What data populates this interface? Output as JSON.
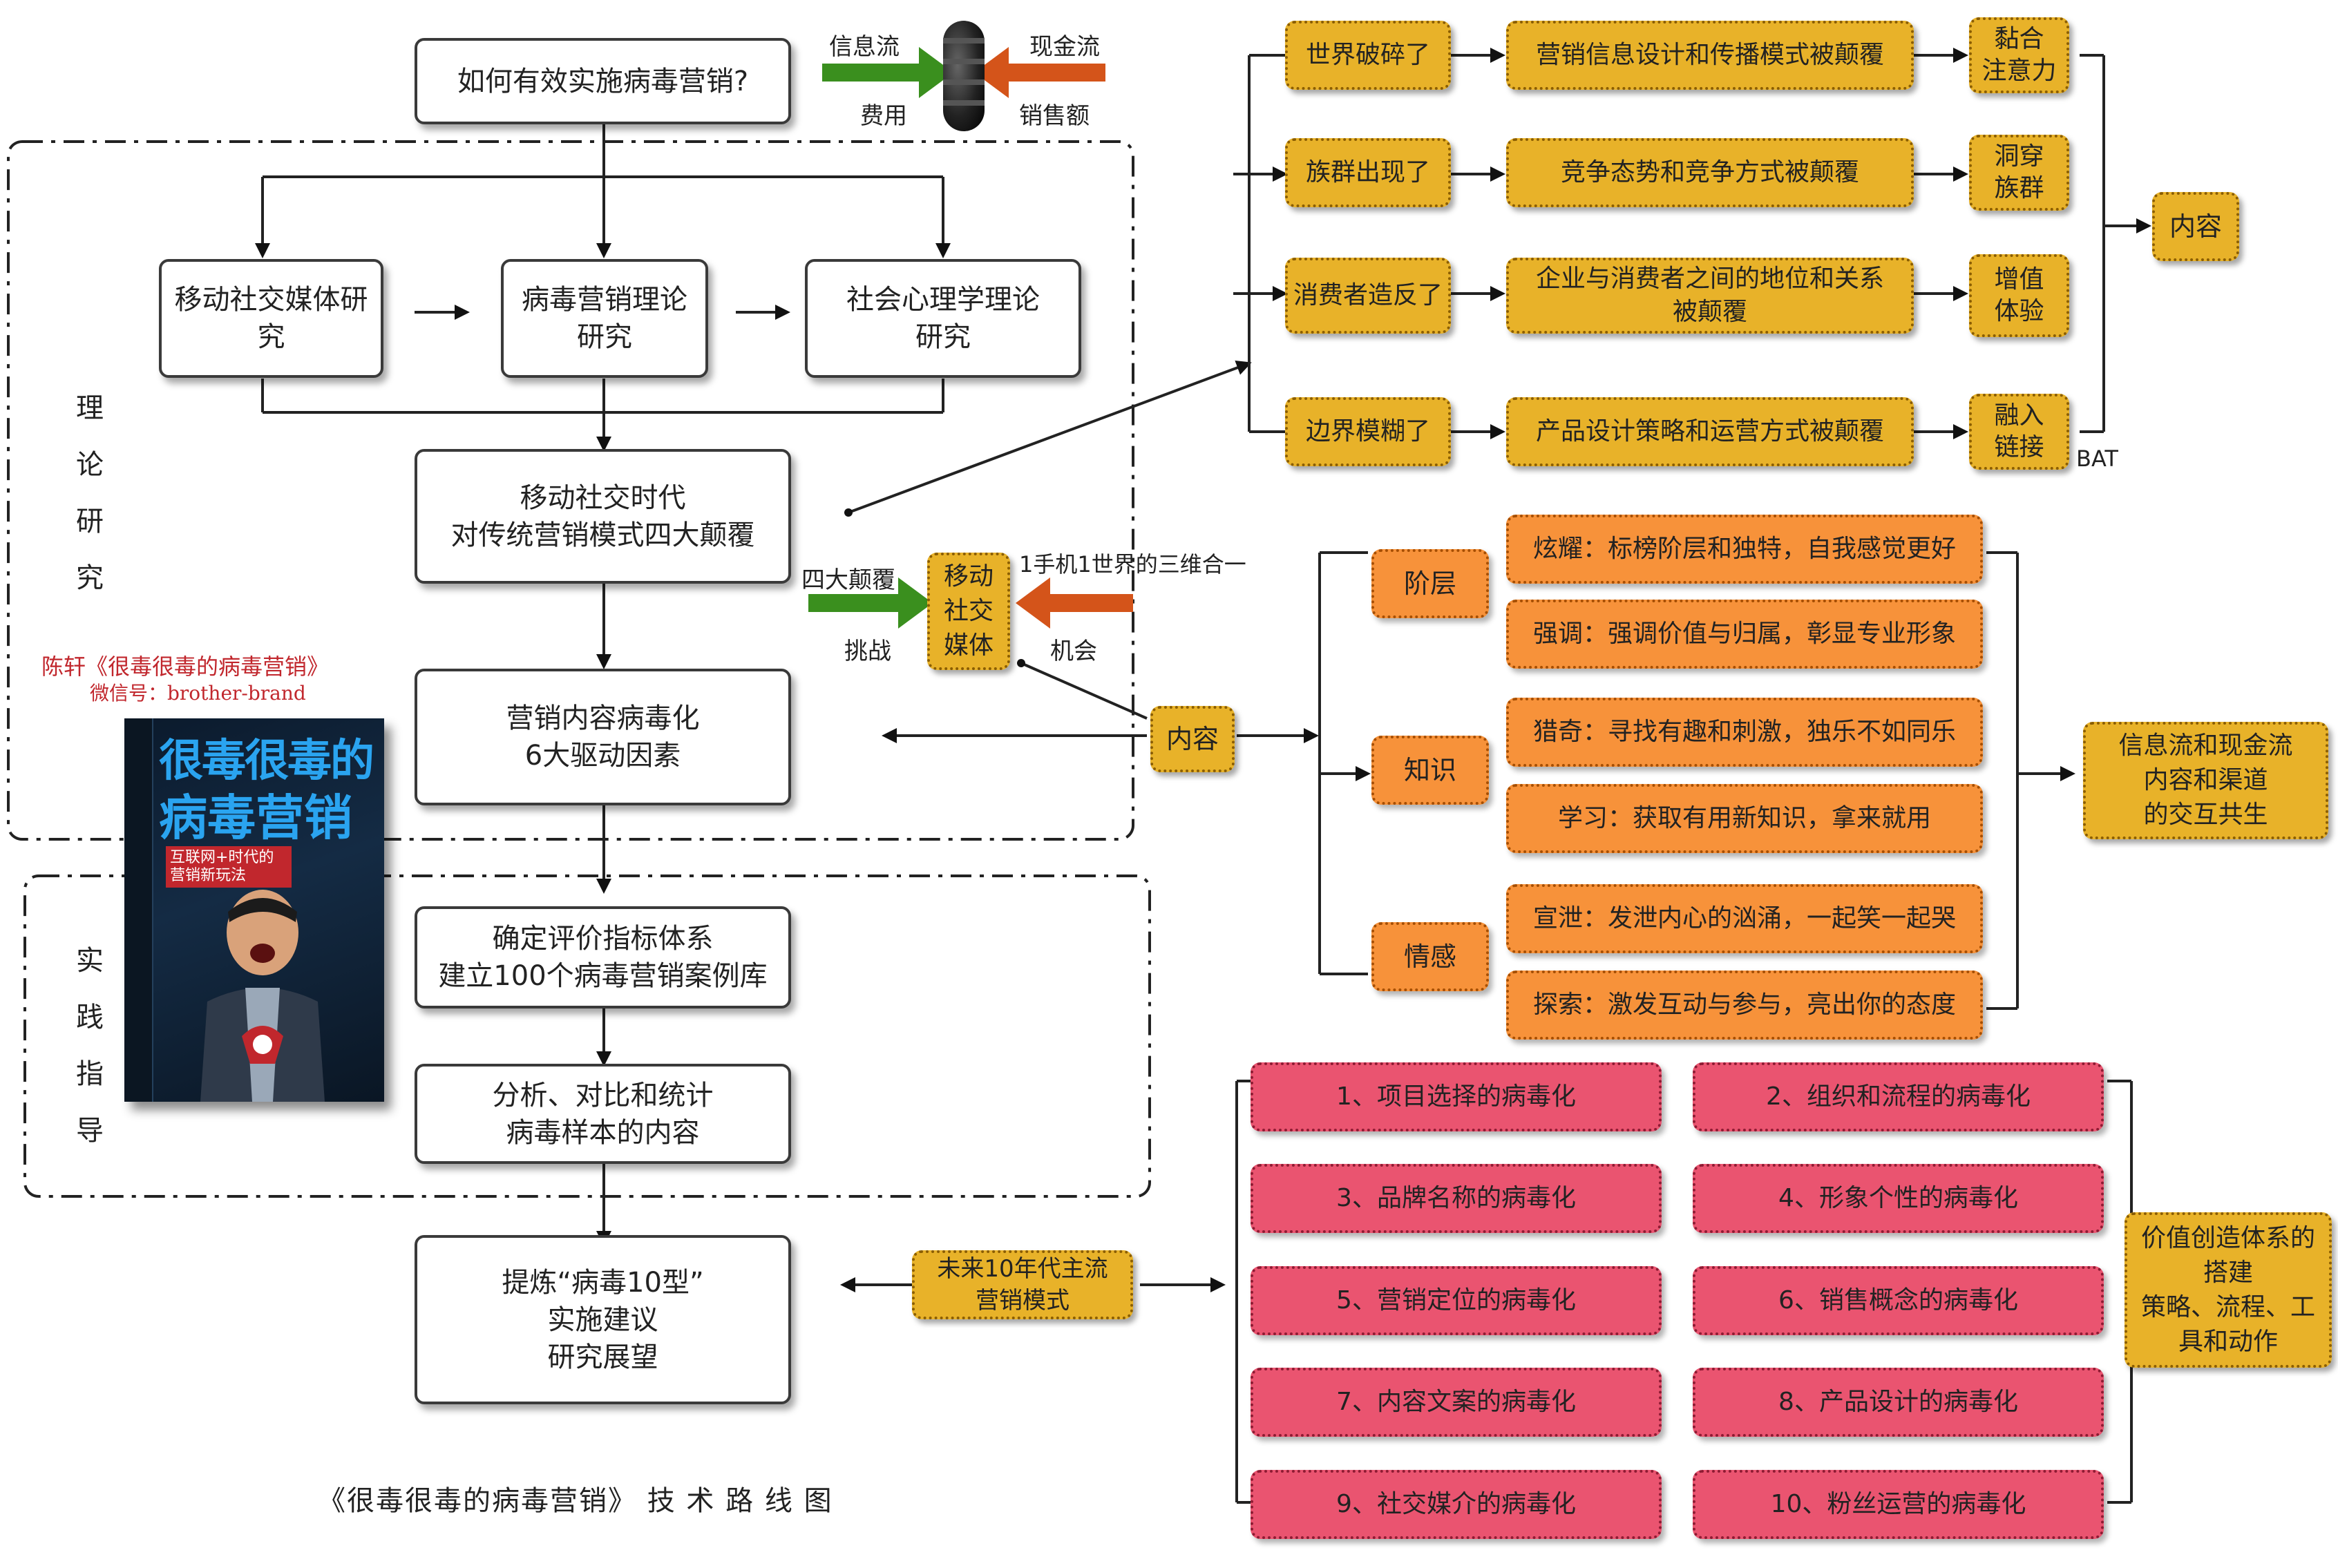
{
  "top": {
    "question": "如何有效实施病毒营销?",
    "flow_top_left": "信息流",
    "flow_bottom_left": "费用",
    "flow_top_right": "现金流",
    "flow_bottom_right": "销售额"
  },
  "theory": {
    "label": "理\n论\n研\n究",
    "box_mobile": "移动社交媒体研\n究",
    "box_viral": "病毒营销理论\n研究",
    "box_social": "社会心理学理论\n研究",
    "box_subvert": "移动社交时代\n对传统营销模式四大颠覆",
    "box_drivers": "营销内容病毒化\n6大驱动因素"
  },
  "author": {
    "line1": "陈轩《很毒很毒的病毒营销》",
    "line2": "微信号：brother-brand"
  },
  "book": {
    "title1": "很毒很毒的",
    "title2": "病毒营销",
    "subtitle": "互联网+时代的\n营销新玩法"
  },
  "practice": {
    "label": "实\n践\n指\n导",
    "box_index": "确定评价指标体系\n建立100个病毒营销案例库",
    "box_analyze": "分析、对比和统计\n病毒样本的内容",
    "box_refine": "提炼“病毒10型”\n实施建议\n研究展望"
  },
  "footer_title": "《很毒很毒的病毒营销》 技 术 路 线 图",
  "middle": {
    "label_four": "四大颠覆",
    "label_challenge": "挑战",
    "mobile_media": "移动\n社交\n媒体",
    "label_threeinone": "1手机1世界的三维合一",
    "label_opportunity": "机会",
    "content": "内容",
    "future": "未来10年代主流\n营销模式"
  },
  "subversions": {
    "rows": [
      {
        "cause": "世界破碎了",
        "effect": "营销信息设计和传播模式被颠覆",
        "result": "黏合\n注意力"
      },
      {
        "cause": "族群出现了",
        "effect": "竞争态势和竞争方式被颠覆",
        "result": "洞穿\n族群"
      },
      {
        "cause": "消费者造反了",
        "effect": "企业与消费者之间的地位和关系\n被颠覆",
        "result": "增值\n体验"
      },
      {
        "cause": "边界模糊了",
        "effect": "产品设计策略和运营方式被颠覆",
        "result": "融入\n链接"
      }
    ],
    "summary": "内容",
    "bat": "BAT"
  },
  "drivers": {
    "groups": [
      {
        "name": "阶层",
        "items": [
          "炫耀：标榜阶层和独特，自我感觉更好",
          "强调：强调价值与归属，彰显专业形象"
        ]
      },
      {
        "name": "知识",
        "items": [
          "猎奇：寻找有趣和刺激，独乐不如同乐",
          "学习：获取有用新知识，拿来就用"
        ]
      },
      {
        "name": "情感",
        "items": [
          "宣泄：发泄内心的汹涌，一起笑一起哭",
          "探索：激发互动与参与，亮出你的态度"
        ]
      }
    ],
    "summary": "信息流和现金流\n内容和渠道\n的交互共生"
  },
  "viral10": {
    "items": [
      "1、项目选择的病毒化",
      "2、组织和流程的病毒化",
      "3、品牌名称的病毒化",
      "4、形象个性的病毒化",
      "5、营销定位的病毒化",
      "6、销售概念的病毒化",
      "7、内容文案的病毒化",
      "8、产品设计的病毒化",
      "9、社交媒介的病毒化",
      "10、粉丝运营的病毒化"
    ],
    "summary": "价值创造体系的\n搭建\n策略、流程、工\n具和动作"
  },
  "colors": {
    "arrow_green": "#3a8f1e",
    "arrow_orange": "#d4541a",
    "yellow": "#e8b229",
    "orange": "#f7923a",
    "pink": "#ea5470",
    "author_red": "#c1272d"
  }
}
